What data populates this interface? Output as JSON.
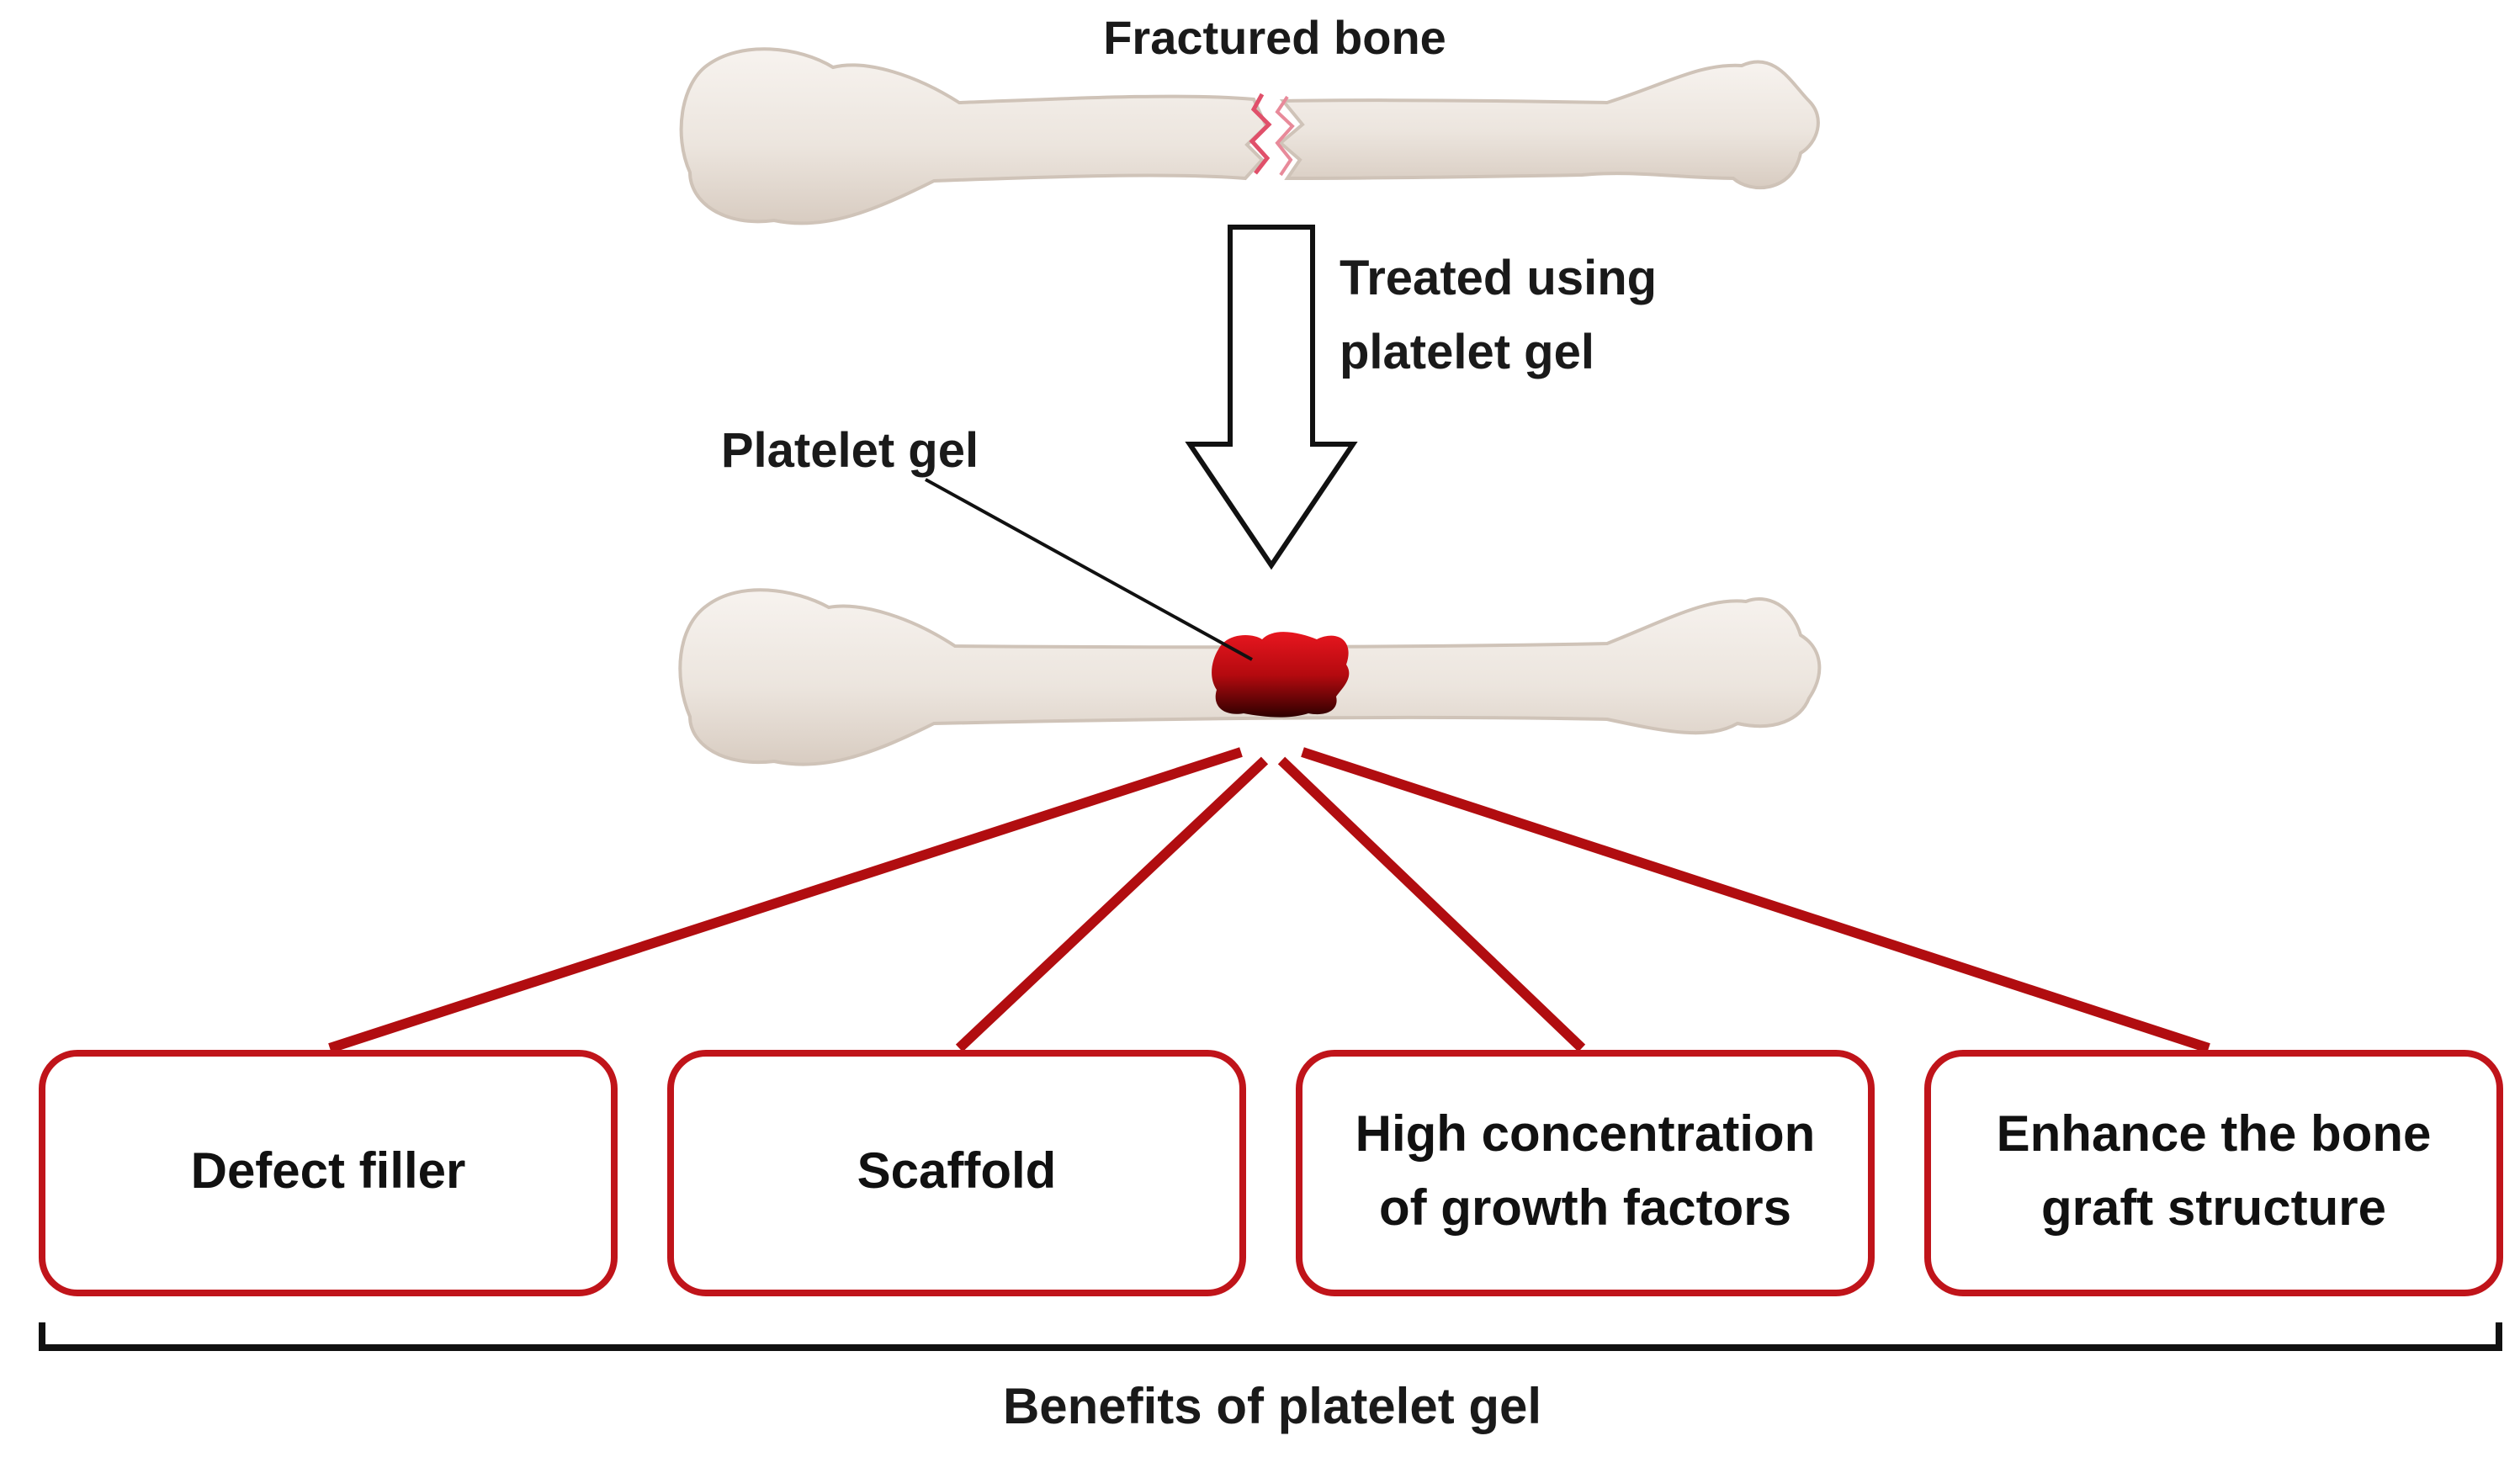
{
  "top_bone": {
    "label": "Fractured bone"
  },
  "arrow": {
    "label_line1": "Treated using",
    "label_line2": "platelet gel"
  },
  "gel": {
    "label": "Platelet gel"
  },
  "benefits": [
    {
      "line1": "Defect filler",
      "line2": ""
    },
    {
      "line1": "Scaffold",
      "line2": ""
    },
    {
      "line1": "High concentration",
      "line2": "of growth factors"
    },
    {
      "line1": "Enhance the bone",
      "line2": "graft structure"
    }
  ],
  "bracket_label": "Benefits of platelet gel",
  "colors": {
    "connector": "#b10d10",
    "box_border": "#c0141a",
    "bone_fill": "#efe9e3",
    "bone_shade": "#d9cec5",
    "fracture": "#e0506a",
    "gel_top": "#e3141e",
    "gel_bottom": "#3a0000",
    "text": "#1a1a1a"
  }
}
